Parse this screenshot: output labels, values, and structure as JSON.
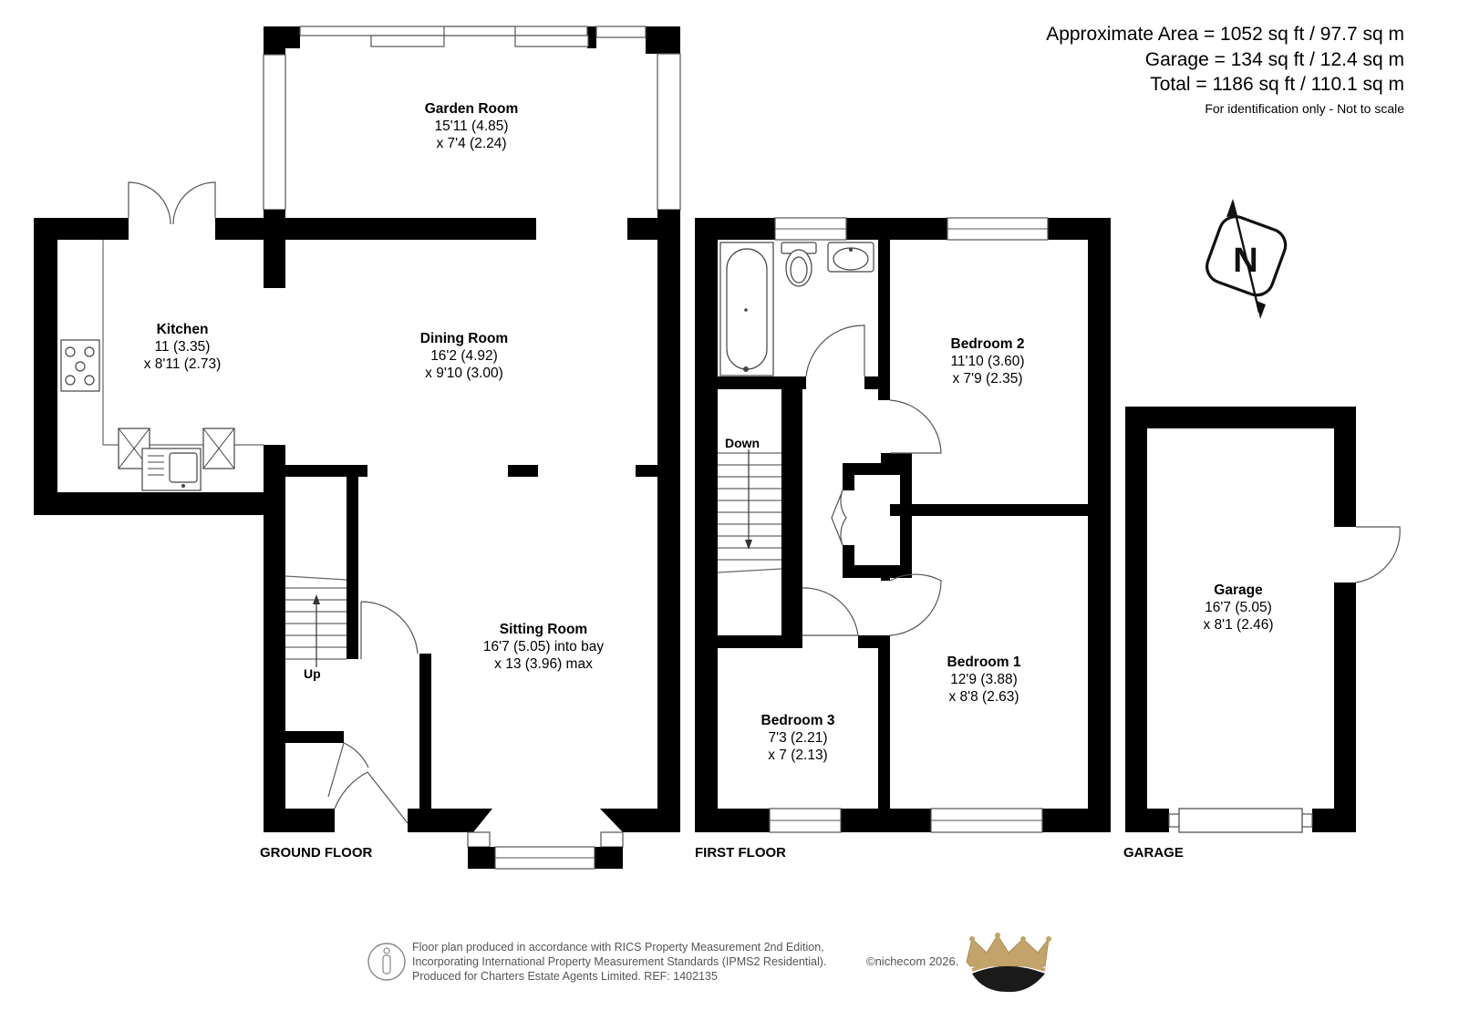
{
  "areas": {
    "approximate": "Approximate Area = 1052 sq ft / 97.7 sq m",
    "garage": "Garage = 134 sq ft / 12.4 sq m",
    "total": "Total = 1186 sq ft / 110.1 sq m",
    "note": "For identification only - Not to scale"
  },
  "compass": {
    "label": "N",
    "icon": "north-compass-icon"
  },
  "floors": {
    "ground": "GROUND FLOOR",
    "first": "FIRST FLOOR",
    "garage": "GARAGE"
  },
  "rooms": {
    "garden_room": {
      "name": "Garden Room",
      "dim1": "15'11 (4.85)",
      "dim2": "x 7'4 (2.24)"
    },
    "kitchen": {
      "name": "Kitchen",
      "dim1": "11 (3.35)",
      "dim2": "x 8'11 (2.73)"
    },
    "dining_room": {
      "name": "Dining Room",
      "dim1": "16'2 (4.92)",
      "dim2": "x 9'10 (3.00)"
    },
    "sitting_room": {
      "name": "Sitting Room",
      "dim1": "16'7 (5.05) into bay",
      "dim2": "x 13 (3.96) max"
    },
    "bedroom2": {
      "name": "Bedroom 2",
      "dim1": "11'10 (3.60)",
      "dim2": "x 7'9 (2.35)"
    },
    "bedroom1": {
      "name": "Bedroom 1",
      "dim1": "12'9 (3.88)",
      "dim2": "x 8'8 (2.63)"
    },
    "bedroom3": {
      "name": "Bedroom 3",
      "dim1": "7'3 (2.21)",
      "dim2": "x 7 (2.13)"
    },
    "garage": {
      "name": "Garage",
      "dim1": "16'7 (5.05)",
      "dim2": "x 8'1 (2.46)"
    }
  },
  "stairs": {
    "up": "Up",
    "down": "Down"
  },
  "footer": {
    "line1": "Floor plan produced in accordance with RICS Property Measurement 2nd Edition,",
    "line2": "Incorporating International Property Measurement Standards (IPMS2 Residential).",
    "line3": "Produced for Charters Estate Agents Limited.   REF: 1402135",
    "brand": "©nichecom 2026.",
    "logo": "crown-logo-icon",
    "person_icon": "person-scale-icon"
  }
}
